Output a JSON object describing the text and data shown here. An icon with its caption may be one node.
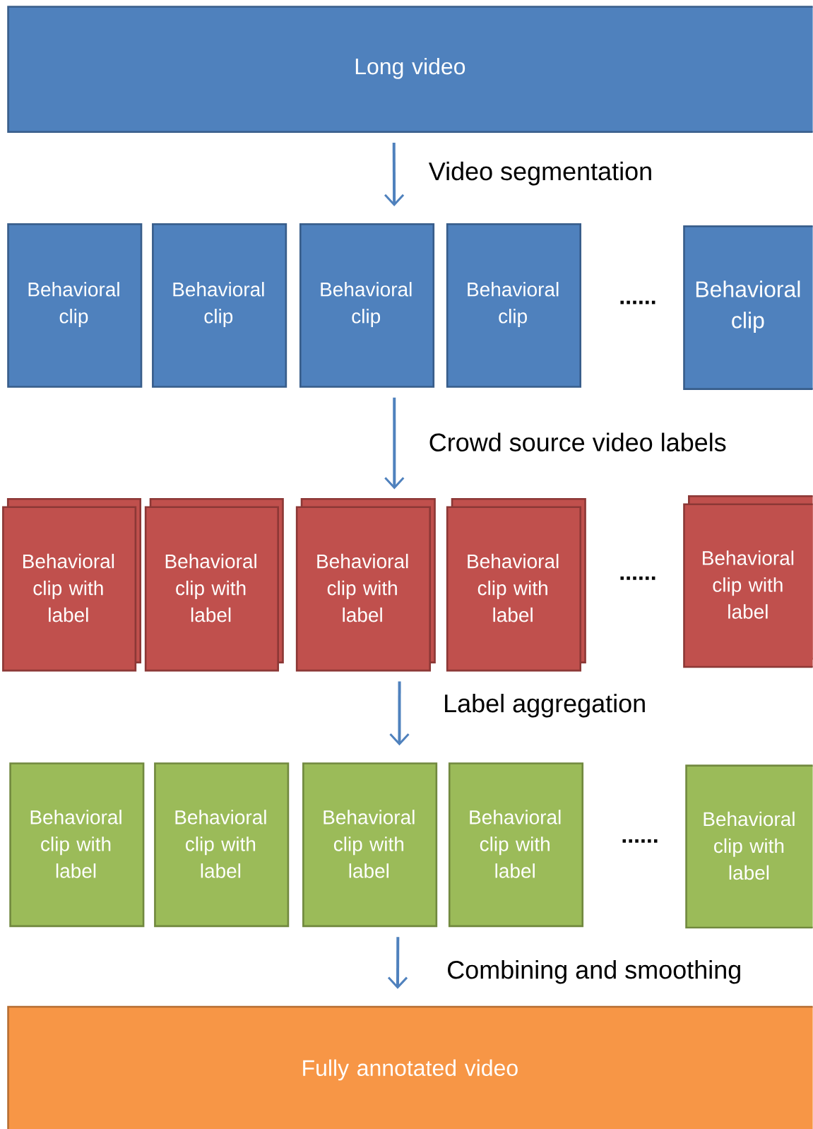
{
  "diagram": {
    "nodes": [
      {
        "text": [
          "Long video"
        ]
      },
      {
        "text": [
          "Behavioral clip"
        ]
      },
      {
        "text": [
          "Behavioral clip"
        ]
      },
      {
        "text": [
          "Behavioral clip"
        ]
      },
      {
        "text": [
          "Behavioral clip"
        ]
      },
      {
        "text": [
          "Behavioral clip"
        ]
      },
      {
        "text": [
          "Behavioral clip with label"
        ]
      },
      {
        "text": [
          "Behavioral clip with label"
        ]
      },
      {
        "text": [
          "Behavioral clip with label"
        ]
      },
      {
        "text": [
          "Behavioral clip with label"
        ]
      },
      {
        "text": [
          "Behavioral clip with label"
        ]
      },
      {
        "text": [
          "Behavioral clip with label"
        ]
      },
      {
        "text": [
          "Behavioral clip with label"
        ]
      },
      {
        "text": [
          "Behavioral clip with label"
        ]
      },
      {
        "text": [
          "Behavioral clip with label"
        ]
      },
      {
        "text": [
          "Behavioral clip with label"
        ]
      },
      {
        "text": [
          "Fully annotated video"
        ]
      }
    ],
    "edges": [
      {
        "from": 0,
        "to": 3,
        "arrow": "to",
        "label": "Video segmentation"
      },
      {
        "from": 3,
        "to": 8,
        "arrow": "to",
        "label": "Crowd source video labels"
      },
      {
        "from": 8,
        "to": 13,
        "arrow": "to",
        "label": "Label aggregation"
      },
      {
        "from": 13,
        "to": 16,
        "arrow": "to",
        "label": "Combining and smoothing"
      }
    ],
    "labels": [
      "......",
      "......",
      "......"
    ]
  }
}
